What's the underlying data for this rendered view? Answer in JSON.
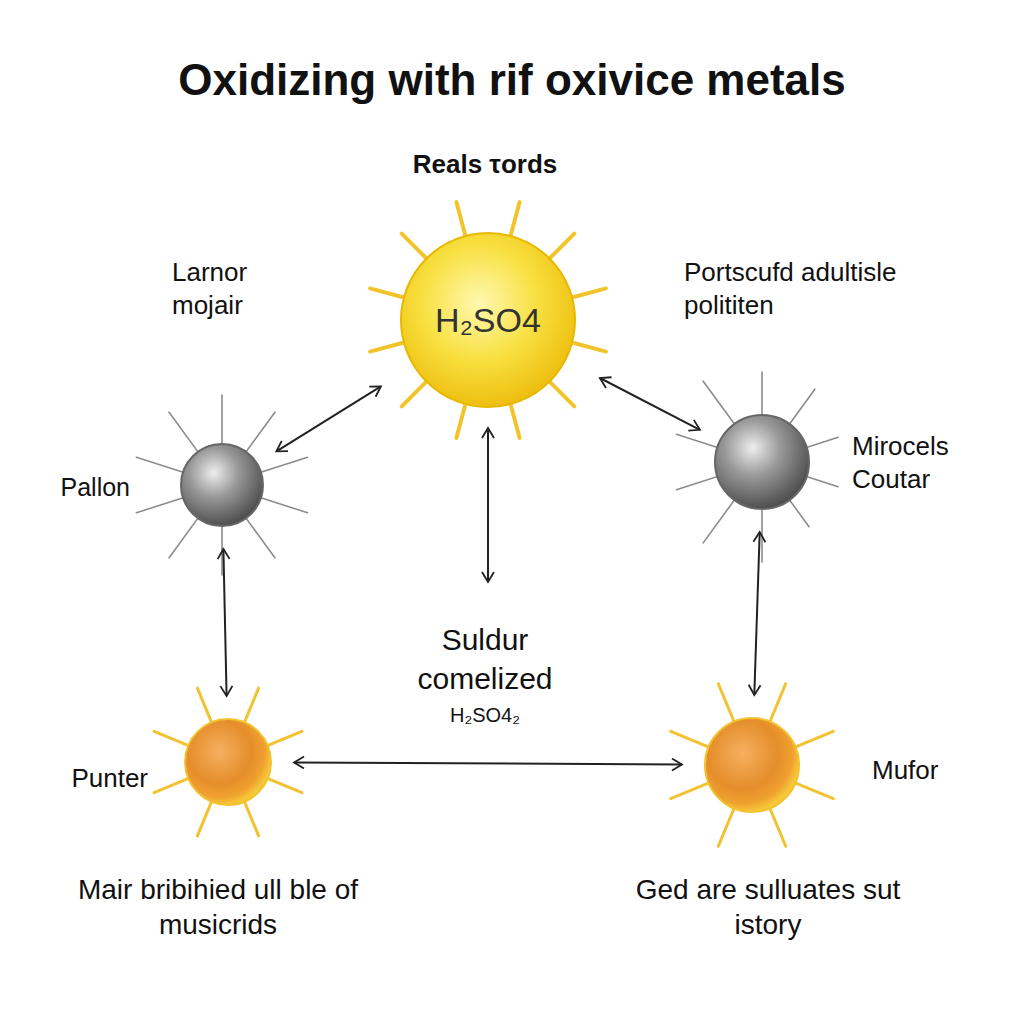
{
  "diagram": {
    "title": "Oxidizing with rif oxivice metals",
    "nodes": [
      {
        "text": [
          "Reals τords",
          "H₂SO4"
        ]
      },
      {
        "text": [
          "Larnor mojair",
          "Pallon"
        ]
      },
      {
        "text": [
          "Portscufd adultisle polititen",
          "Mirocels Coutar"
        ]
      },
      {
        "text": [
          "Punter",
          "Mair bribihied ull ble of musicrids"
        ]
      },
      {
        "text": [
          "Mufor",
          "Ged are sulluates sut istory"
        ]
      }
    ],
    "edges": [
      {
        "from": 0,
        "to": 1,
        "arrow": "both"
      },
      {
        "from": 0,
        "to": 2,
        "arrow": "both"
      },
      {
        "from": 1,
        "to": 3,
        "arrow": "both"
      },
      {
        "from": 2,
        "to": 4,
        "arrow": "both"
      },
      {
        "from": 3,
        "to": 4,
        "arrow": "both"
      }
    ],
    "labels": [
      "Suldur comelized",
      "H₂SO4₂"
    ]
  }
}
